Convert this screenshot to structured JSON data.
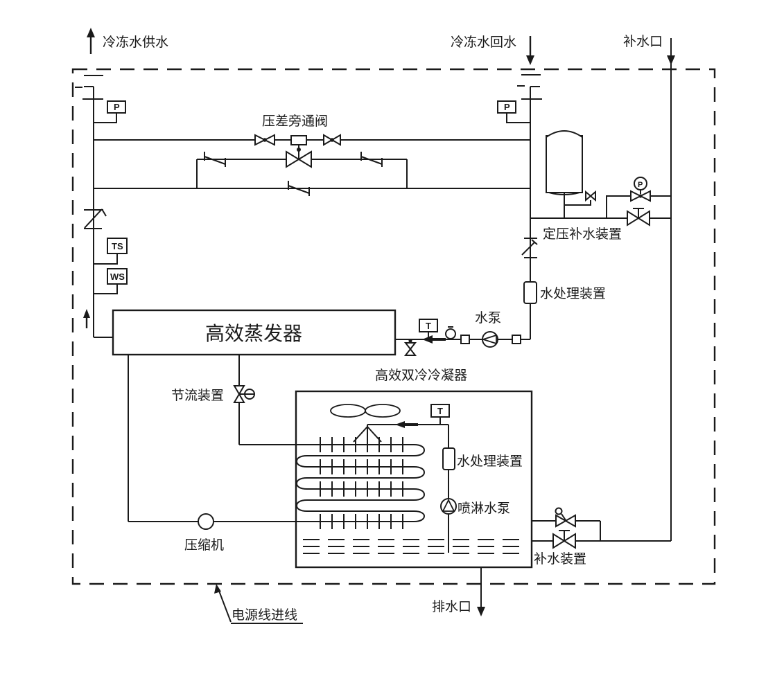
{
  "labels": {
    "chilled_water_supply": "冷冻水供水",
    "chilled_water_return": "冷冻水回水",
    "makeup_water_port": "补水口",
    "pressure_bypass_valve": "压差旁通阀",
    "constant_pressure_makeup": "定压补水装置",
    "water_treatment_right": "水处理装置",
    "evaporator": "高效蒸发器",
    "water_pump": "水泵",
    "dual_cooling_condenser": "高效双冷冷凝器",
    "throttle_device": "节流装置",
    "water_treatment_tower": "水处理装置",
    "spray_pump": "喷淋水泵",
    "compressor": "压缩机",
    "makeup_device": "补水装置",
    "drain_port": "排水口",
    "power_line_inlet": "电源线进线"
  },
  "instruments": {
    "supply_pressure": "P",
    "return_pressure": "P",
    "temperature_switch": "TS",
    "flow_switch": "WS",
    "condenser_water_temp": "T",
    "tower_water_temp": "T",
    "makeup_pressure_gauge": "P"
  },
  "colors": {
    "line": "#1a1a1a",
    "background": "#ffffff"
  }
}
